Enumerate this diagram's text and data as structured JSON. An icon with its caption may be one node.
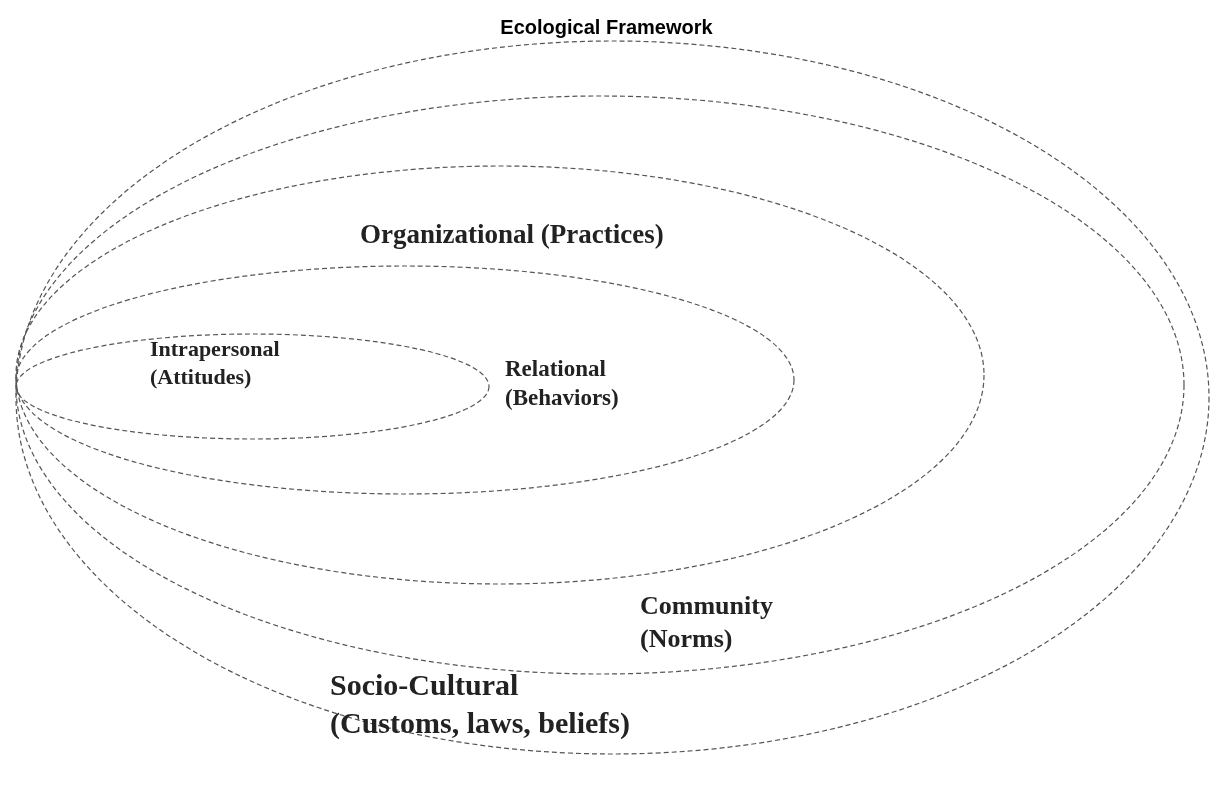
{
  "diagram": {
    "title": "Ecological Framework",
    "nodes": [
      {
        "text": [
          "Socio-Cultural",
          "(Customs, laws, beliefs)"
        ]
      },
      {
        "text": [
          "Community (Norms)"
        ],
        "in": 0
      },
      {
        "text": [
          "Organizational (Practices)"
        ],
        "in": 1
      },
      {
        "text": [
          "Relational (Behaviors)"
        ],
        "in": 2
      },
      {
        "text": [
          "Intrapersonal (Attitudes)"
        ],
        "in": 3
      }
    ],
    "edges": []
  }
}
